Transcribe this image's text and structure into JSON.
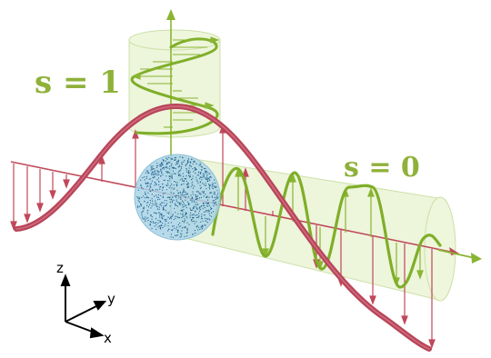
{
  "labels": {
    "spin_one": "s = 1",
    "spin_zero": "s = 0"
  },
  "axes": {
    "z": "z",
    "y": "y",
    "x": "x"
  },
  "colors": {
    "scalar_field": "#c0485a",
    "vector_field": "#8ab533",
    "label_green": "#8fb13a",
    "cylinder_fill": "#e7f2cf",
    "cylinder_stroke": "#cde0a8",
    "sphere_fill": "#a9d3e6",
    "sphere_dots": "#1f5f8b",
    "axis_black": "#000000"
  },
  "icons": {
    "particle": "sphere-icon",
    "triad": "axis-triad-icon"
  }
}
